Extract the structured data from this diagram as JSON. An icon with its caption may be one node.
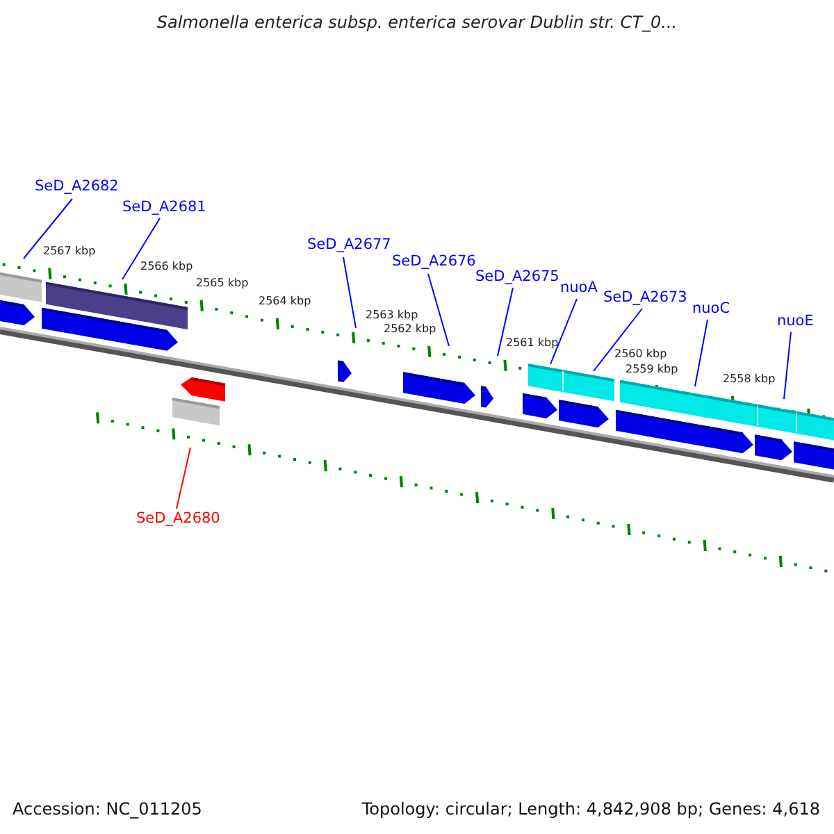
{
  "diagram": {
    "title": "Salmonella enterica subsp. enterica serovar Dublin str. CT_0...",
    "nodes": [
      {
        "text": [
          "SeD_A2682"
        ]
      },
      {
        "text": [
          "SeD_A2681"
        ]
      },
      {
        "text": [
          "SeD_A2677"
        ]
      },
      {
        "text": [
          "SeD_A2676"
        ]
      },
      {
        "text": [
          "SeD_A2675"
        ]
      },
      {
        "text": [
          "nuoA"
        ]
      },
      {
        "text": [
          "SeD_A2673"
        ]
      },
      {
        "text": [
          "nuoC"
        ]
      },
      {
        "text": [
          "nuoE"
        ]
      },
      {
        "text": [
          "SeD_A2680"
        ]
      }
    ],
    "edges": [
      {
        "from": 0,
        "to": null,
        "arrow": "none"
      },
      {
        "from": 1,
        "to": null,
        "arrow": "none"
      },
      {
        "from": 2,
        "to": null,
        "arrow": "none"
      },
      {
        "from": 3,
        "to": null,
        "arrow": "none"
      },
      {
        "from": 4,
        "to": null,
        "arrow": "none"
      },
      {
        "from": 5,
        "to": null,
        "arrow": "none"
      },
      {
        "from": 6,
        "to": null,
        "arrow": "none"
      },
      {
        "from": 7,
        "to": null,
        "arrow": "none"
      },
      {
        "from": 8,
        "to": null,
        "arrow": "none"
      },
      {
        "from": 9,
        "to": null,
        "arrow": "none",
        "color": "#ff0000"
      }
    ],
    "labels": [
      "2567 kbp",
      "2566 kbp",
      "2565 kbp",
      "2564 kbp",
      "2563 kbp",
      "2562 kbp",
      "2561 kbp",
      "2560 kbp",
      "2559 kbp",
      "2558 kbp",
      "Accession: NC_011205",
      "Topology: circular; Length: 4,842,908 bp; Genes: 4,618"
    ]
  }
}
